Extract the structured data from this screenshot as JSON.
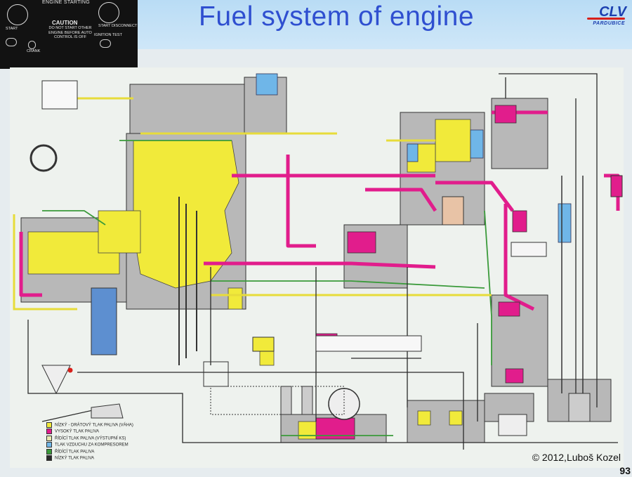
{
  "slide": {
    "title": "Fuel system of engine",
    "page_number": "93",
    "copyright": "© 2012,Luboš Kozel"
  },
  "logo": {
    "main": "CLV",
    "sub": "PARDUBICE"
  },
  "engine_panel": {
    "title": "ENGINE STARTING",
    "caution_title": "CAUTION",
    "caution_text": "DO NOT START OTHER ENGINE BEFORE AUTO CONTROL IS OFF",
    "start_label": "START",
    "crank_label": "CRANK",
    "start_disconnect_label": "START DISCONNECT",
    "ignition_test_label": "IGNITION TEST"
  },
  "legend": {
    "items": [
      {
        "label": "NÍZKÝ - DRÁTOVÝ TLAK PALIVA (VÁHA)",
        "color": "#f1ea3a"
      },
      {
        "label": "VYSOKÝ TLAK PALIVA",
        "color": "#e11d8c"
      },
      {
        "label": "ŘÍDÍCÍ TLAK PALIVA (VÝSTUPNÍ KS)",
        "color": "#e9e9b0"
      },
      {
        "label": "TLAK VZDUCHU ZA KOMPRESOREM",
        "color": "#6fb6e8"
      },
      {
        "label": "ŘÍDÍCÍ TLAK PALIVA",
        "color": "#3a9a3a"
      },
      {
        "label": "NÍZKÝ TLAK PALIVA",
        "color": "#2a2a2a"
      }
    ]
  },
  "colors": {
    "low_pressure": "#f1ea3a",
    "high_pressure": "#e11d8c",
    "air": "#6fb6e8",
    "control": "#3a9a3a",
    "body_gray": "#b7b7b7",
    "line_black": "#2a2a2a"
  }
}
